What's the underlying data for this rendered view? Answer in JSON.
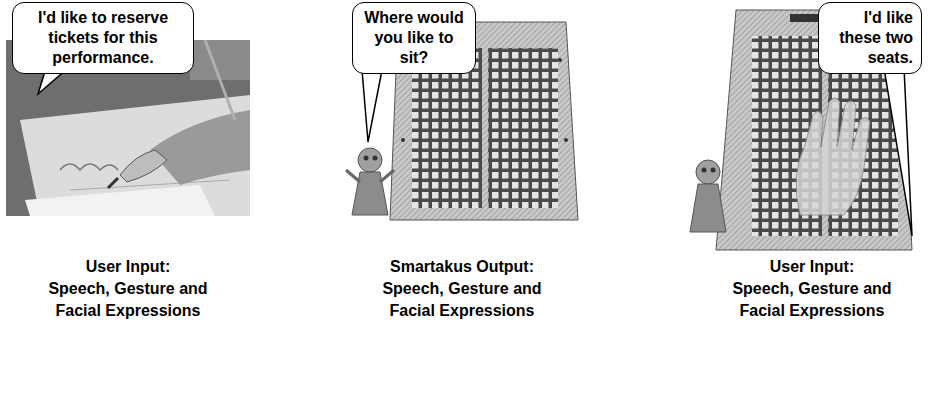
{
  "diagram": {
    "nodes": [
      {
        "text": [
          "I'd like to reserve tickets for this performance."
        ]
      },
      {
        "text": [
          "Where would you like to sit?"
        ]
      },
      {
        "text": [
          "I'd like these two seats."
        ]
      }
    ],
    "labels": [
      "User Input:",
      "Speech, Gesture and Facial Expressions",
      "Smartakus Output:",
      "Speech, Gesture and Facial Expressions",
      "User Input:",
      "Speech, Gesture and Facial Expressions"
    ]
  }
}
